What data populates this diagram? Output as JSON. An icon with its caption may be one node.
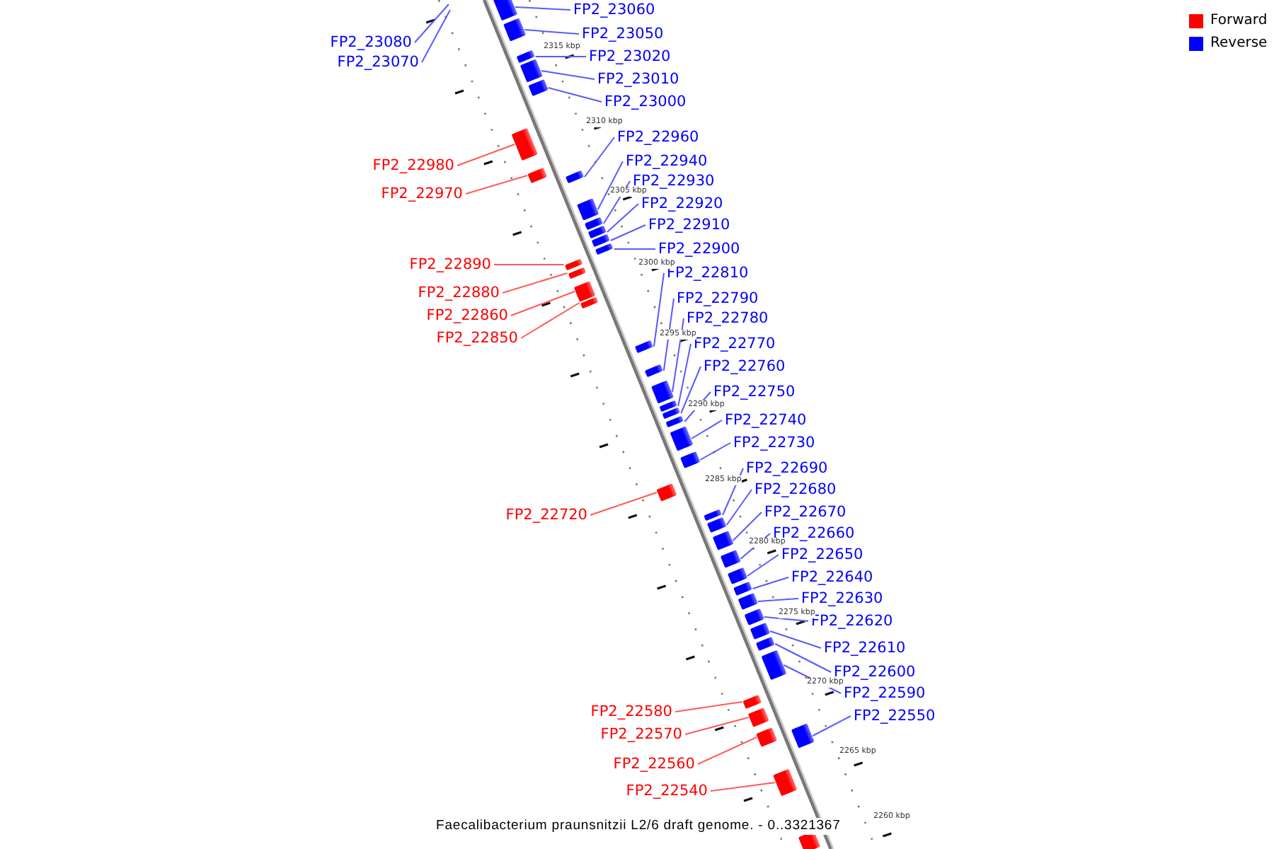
{
  "diagram": {
    "caption": "Faecalibacterium praunsnitzii L2/6 draft genome. - 0..3321367",
    "nodes": [
      {
        "text": [
          "FP2_23060"
        ]
      },
      {
        "text": [],
        "shape": "bar"
      },
      {
        "text": [
          "FP2_23050"
        ]
      },
      {
        "text": [],
        "shape": "bar"
      },
      {
        "text": [
          "FP2_23080"
        ]
      },
      {
        "text": [
          "FP2_23020"
        ]
      },
      {
        "text": [],
        "shape": "bar"
      },
      {
        "text": [
          "FP2_23070"
        ]
      },
      {
        "text": [
          "FP2_23010"
        ]
      },
      {
        "text": [],
        "shape": "bar"
      },
      {
        "text": [
          "FP2_23000"
        ]
      },
      {
        "text": [],
        "shape": "bar"
      },
      {
        "text": [
          "FP2_22960"
        ]
      },
      {
        "text": [],
        "shape": "bar"
      },
      {
        "text": [
          "FP2_22940"
        ]
      },
      {
        "text": [],
        "shape": "bar"
      },
      {
        "text": [
          "FP2_22980"
        ]
      },
      {
        "text": [],
        "shape": "bar"
      },
      {
        "text": [
          "FP2_22930"
        ]
      },
      {
        "text": [],
        "shape": "bar"
      },
      {
        "text": [
          "FP2_22970"
        ]
      },
      {
        "text": [],
        "shape": "bar"
      },
      {
        "text": [
          "FP2_22920"
        ]
      },
      {
        "text": [],
        "shape": "bar"
      },
      {
        "text": [
          "FP2_22910"
        ]
      },
      {
        "text": [],
        "shape": "bar"
      },
      {
        "text": [
          "FP2_22900"
        ]
      },
      {
        "text": [],
        "shape": "bar"
      },
      {
        "text": [
          "FP2_22890"
        ]
      },
      {
        "text": [],
        "shape": "bar"
      },
      {
        "text": [
          "FP2_22810"
        ]
      },
      {
        "text": [],
        "shape": "bar"
      },
      {
        "text": [
          "FP2_22880"
        ]
      },
      {
        "text": [],
        "shape": "bar"
      },
      {
        "text": [
          "FP2_22790"
        ]
      },
      {
        "text": [],
        "shape": "bar"
      },
      {
        "text": [
          "FP2_22860"
        ]
      },
      {
        "text": [],
        "shape": "bar"
      },
      {
        "text": [
          "FP2_22780"
        ]
      },
      {
        "text": [],
        "shape": "bar"
      },
      {
        "text": [
          "FP2_22850"
        ]
      },
      {
        "text": [],
        "shape": "bar"
      },
      {
        "text": [
          "FP2_22770"
        ]
      },
      {
        "text": [],
        "shape": "bar"
      },
      {
        "text": [
          "FP2_22760"
        ]
      },
      {
        "text": [],
        "shape": "bar"
      },
      {
        "text": [
          "FP2_22750"
        ]
      },
      {
        "text": [],
        "shape": "bar"
      },
      {
        "text": [
          "FP2_22740"
        ]
      },
      {
        "text": [],
        "shape": "bar"
      },
      {
        "text": [
          "FP2_22730"
        ]
      },
      {
        "text": [],
        "shape": "bar"
      },
      {
        "text": [
          "FP2_22690"
        ]
      },
      {
        "text": [],
        "shape": "bar"
      },
      {
        "text": [
          "FP2_22680"
        ]
      },
      {
        "text": [],
        "shape": "bar"
      },
      {
        "text": [
          "FP2_22670"
        ]
      },
      {
        "text": [],
        "shape": "bar"
      },
      {
        "text": [
          "FP2_22720"
        ]
      },
      {
        "text": [],
        "shape": "bar"
      },
      {
        "text": [
          "FP2_22660"
        ]
      },
      {
        "text": [],
        "shape": "bar"
      },
      {
        "text": [
          "FP2_22650"
        ]
      },
      {
        "text": [],
        "shape": "bar"
      },
      {
        "text": [
          "FP2_22640"
        ]
      },
      {
        "text": [],
        "shape": "bar"
      },
      {
        "text": [
          "FP2_22630"
        ]
      },
      {
        "text": [],
        "shape": "bar"
      },
      {
        "text": [
          "FP2_22620"
        ]
      },
      {
        "text": [],
        "shape": "bar"
      },
      {
        "text": [
          "FP2_22610"
        ]
      },
      {
        "text": [],
        "shape": "bar"
      },
      {
        "text": [
          "FP2_22600"
        ]
      },
      {
        "text": [],
        "shape": "bar"
      },
      {
        "text": [
          "FP2_22590"
        ]
      },
      {
        "text": [],
        "shape": "bar"
      },
      {
        "text": [
          "FP2_22580"
        ]
      },
      {
        "text": [],
        "shape": "bar"
      },
      {
        "text": [
          "FP2_22550"
        ]
      },
      {
        "text": [],
        "shape": "bar"
      },
      {
        "text": [
          "FP2_22570"
        ]
      },
      {
        "text": [],
        "shape": "bar"
      },
      {
        "text": [
          "FP2_22560"
        ]
      },
      {
        "text": [],
        "shape": "bar"
      },
      {
        "text": [
          "FP2_22540"
        ]
      },
      {
        "text": [],
        "shape": "bar"
      },
      {
        "text": [],
        "shape": "bar"
      }
    ],
    "edges": [
      {
        "from": 0,
        "to": 1,
        "arrow": "none"
      },
      {
        "from": 2,
        "to": 3,
        "arrow": "none"
      },
      {
        "from": 4,
        "to": null,
        "arrow": "none"
      },
      {
        "from": 5,
        "to": 6,
        "arrow": "none"
      },
      {
        "from": 7,
        "to": null,
        "arrow": "none"
      },
      {
        "from": 8,
        "to": 9,
        "arrow": "none"
      },
      {
        "from": 10,
        "to": 11,
        "arrow": "none"
      },
      {
        "from": 12,
        "to": 13,
        "arrow": "none"
      },
      {
        "from": 14,
        "to": 15,
        "arrow": "none"
      },
      {
        "from": 16,
        "to": 17,
        "arrow": "none",
        "color": "#ff5a5a"
      },
      {
        "from": 18,
        "to": 19,
        "arrow": "none"
      },
      {
        "from": 20,
        "to": 21,
        "arrow": "none",
        "color": "#ff5a5a"
      },
      {
        "from": 22,
        "to": 23,
        "arrow": "none"
      },
      {
        "from": 24,
        "to": 25,
        "arrow": "none"
      },
      {
        "from": 26,
        "to": 27,
        "arrow": "none"
      },
      {
        "from": 28,
        "to": 29,
        "arrow": "none",
        "color": "#ff5a5a"
      },
      {
        "from": 30,
        "to": 31,
        "arrow": "none"
      },
      {
        "from": 32,
        "to": 33,
        "arrow": "none",
        "color": "#ff5a5a"
      },
      {
        "from": 34,
        "to": 35,
        "arrow": "none"
      },
      {
        "from": 36,
        "to": 37,
        "arrow": "none",
        "color": "#ff5a5a"
      },
      {
        "from": 38,
        "to": 39,
        "arrow": "none"
      },
      {
        "from": 40,
        "to": 41,
        "arrow": "none",
        "color": "#ff5a5a"
      },
      {
        "from": 42,
        "to": 43,
        "arrow": "none"
      },
      {
        "from": 44,
        "to": 45,
        "arrow": "none"
      },
      {
        "from": 46,
        "to": 47,
        "arrow": "none"
      },
      {
        "from": 48,
        "to": 49,
        "arrow": "none"
      },
      {
        "from": 50,
        "to": 51,
        "arrow": "none"
      },
      {
        "from": 52,
        "to": 53,
        "arrow": "none"
      },
      {
        "from": 54,
        "to": 55,
        "arrow": "none"
      },
      {
        "from": 56,
        "to": 57,
        "arrow": "none"
      },
      {
        "from": 58,
        "to": 59,
        "arrow": "none",
        "color": "#ff5a5a"
      },
      {
        "from": 60,
        "to": 61,
        "arrow": "none"
      },
      {
        "from": 62,
        "to": 63,
        "arrow": "none"
      },
      {
        "from": 64,
        "to": 65,
        "arrow": "none"
      },
      {
        "from": 66,
        "to": 67,
        "arrow": "none"
      },
      {
        "from": 68,
        "to": 69,
        "arrow": "none"
      },
      {
        "from": 70,
        "to": 71,
        "arrow": "none"
      },
      {
        "from": 72,
        "to": 73,
        "arrow": "none"
      },
      {
        "from": 74,
        "to": 75,
        "arrow": "none"
      },
      {
        "from": 76,
        "to": 77,
        "arrow": "none",
        "color": "#ff5a5a"
      },
      {
        "from": 78,
        "to": 79,
        "arrow": "none"
      },
      {
        "from": 80,
        "to": 81,
        "arrow": "none",
        "color": "#ff5a5a"
      },
      {
        "from": 82,
        "to": 83,
        "arrow": "none",
        "color": "#ff5a5a"
      },
      {
        "from": 84,
        "to": 85,
        "arrow": "none",
        "color": "#ff5a5a"
      }
    ],
    "labels": [
      "2315 kbp",
      "2310 kbp",
      "2305 kbp",
      "2300 kbp",
      "2295 kbp",
      "2290 kbp",
      "2285 kbp",
      "2280 kbp",
      "2275 kbp",
      "2270 kbp",
      "2265 kbp",
      "2260 kbp"
    ],
    "legend": [
      {
        "text": "Forward",
        "color": "#ff0000"
      },
      {
        "text": "Reverse",
        "color": "#0000ff"
      }
    ]
  }
}
